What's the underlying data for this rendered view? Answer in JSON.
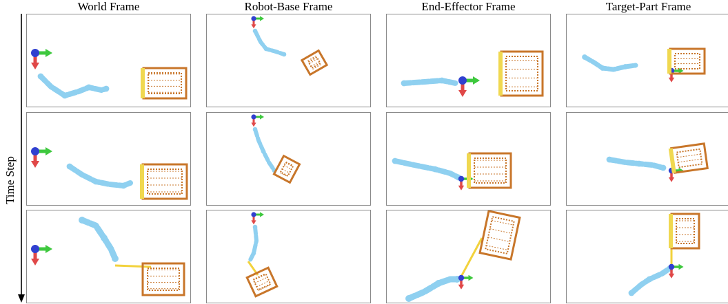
{
  "columns": [
    {
      "title": "World Frame"
    },
    {
      "title": "Robot-Base Frame"
    },
    {
      "title": "End-Effector Frame"
    },
    {
      "title": "Target-Part Frame"
    }
  ],
  "row_axis_label": "Time Step",
  "colors": {
    "point_cloud_blue": "#8fd0f0",
    "point_cloud_dark_blue": "#2a6aa8",
    "box_orange": "#c8762a",
    "box_yellow": "#f0d850",
    "axis_x_green": "#3ec83e",
    "axis_y_red": "#e04848",
    "axis_origin_blue": "#3040d0",
    "gripper_yellow": "#f2d23c"
  },
  "icons": [
    "coordinate-frame-icon",
    "point-cloud",
    "target-part-box"
  ]
}
